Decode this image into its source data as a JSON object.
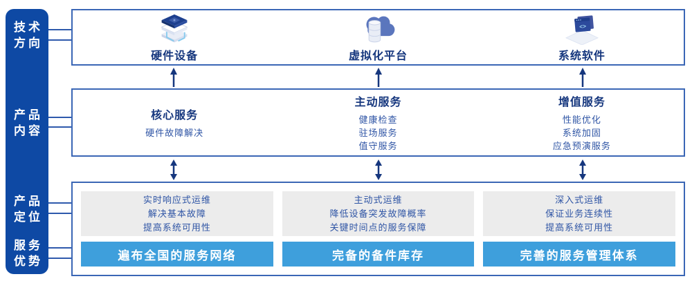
{
  "colors": {
    "sidebar_blue": "#0E49A4",
    "panel_border_blue": "#3A66B5",
    "title_navy": "#16377E",
    "body_text_blue": "#2F55A5",
    "advantage_bar_blue": "#3E9FDC",
    "positioning_gray": "#ECECEC",
    "arrow_navy": "#16377E"
  },
  "sidebar": {
    "labels": [
      {
        "line1": "技术",
        "line2": "方向"
      },
      {
        "line1": "产品",
        "line2": "内容"
      },
      {
        "line1": "产品",
        "line2": "定位"
      },
      {
        "line1": "服务",
        "line2": "优势"
      }
    ]
  },
  "tech_row": {
    "items": [
      {
        "icon": "server-stack-icon",
        "label": "硬件设备"
      },
      {
        "icon": "cloud-database-icon",
        "label": "虚拟化平台"
      },
      {
        "icon": "code-window-icon",
        "label": "系统软件"
      }
    ]
  },
  "content_row": {
    "columns": [
      {
        "title": "核心服务",
        "item0": "硬件故障解决",
        "item1": "",
        "item2": ""
      },
      {
        "title": "主动服务",
        "item0": "健康检查",
        "item1": "驻场服务",
        "item2": "值守服务"
      },
      {
        "title": "增值服务",
        "item0": "性能优化",
        "item1": "系统加固",
        "item2": "应急预演服务"
      }
    ]
  },
  "bottom_row": {
    "columns": [
      {
        "pos0": "实时响应式运维",
        "pos1": "解决基本故障",
        "pos2": "提高系统可用性",
        "advantage": "遍布全国的服务网络"
      },
      {
        "pos0": "主动式运维",
        "pos1": "降低设备突发故障概率",
        "pos2": "关键时间点的服务保障",
        "advantage": "完备的备件库存"
      },
      {
        "pos0": "深入式运维",
        "pos1": "保证业务连续性",
        "pos2": "提高系统可用性",
        "advantage": "完善的服务管理体系"
      }
    ]
  }
}
